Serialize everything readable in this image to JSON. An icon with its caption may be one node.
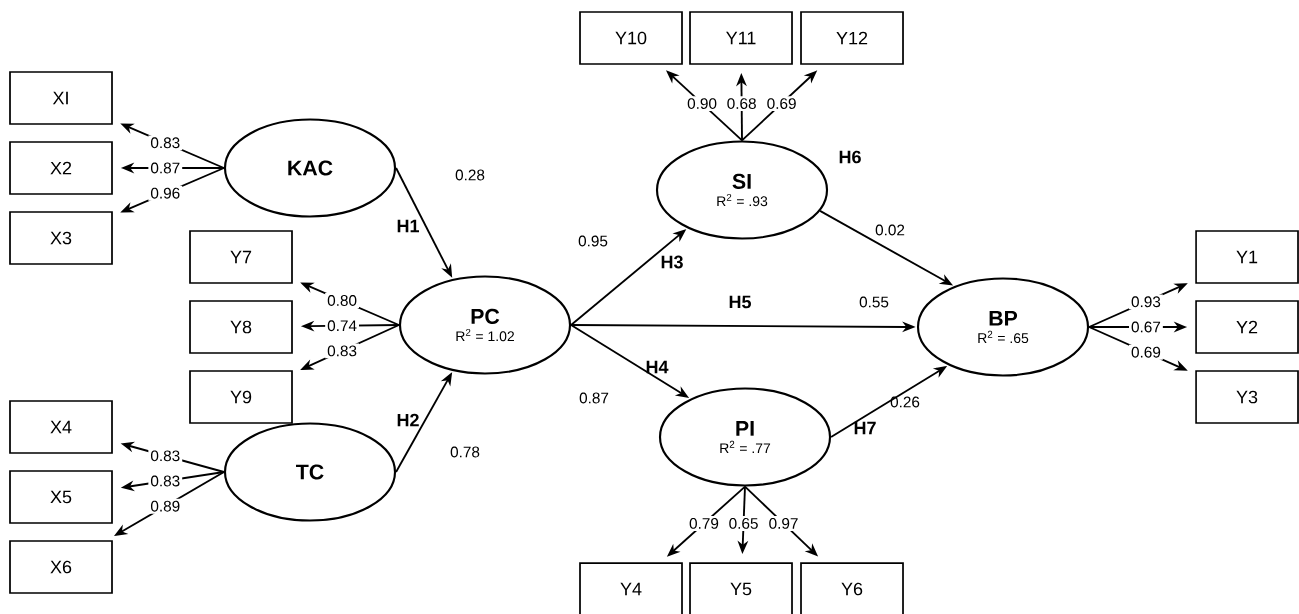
{
  "diagram": {
    "nodes": [
      {
        "text": [
          "KAC"
        ]
      },
      {
        "text": [
          "PC",
          "R$^{2}$ = 1.02"
        ]
      },
      {
        "text": [
          "TC"
        ]
      },
      {
        "text": [
          "SI",
          "R$^{2}$ = .93"
        ]
      },
      {
        "text": [
          "PI",
          "R$^{2}$ = .77"
        ]
      },
      {
        "text": [
          "BP",
          "R$^{2}$ = .65"
        ]
      },
      {
        "text": [
          "XI"
        ]
      },
      {
        "text": [
          "X2"
        ]
      },
      {
        "text": [
          "X3"
        ]
      },
      {
        "text": [
          "Y7"
        ]
      },
      {
        "text": [
          "Y8"
        ]
      },
      {
        "text": [
          "Y9"
        ]
      },
      {
        "text": [
          "X4"
        ]
      },
      {
        "text": [
          "X5"
        ]
      },
      {
        "text": [
          "X6"
        ]
      },
      {
        "text": [
          "Y10"
        ]
      },
      {
        "text": [
          "Y11"
        ]
      },
      {
        "text": [
          "Y12"
        ]
      },
      {
        "text": [
          "Y4"
        ]
      },
      {
        "text": [
          "Y5"
        ]
      },
      {
        "text": [
          "Y6"
        ]
      },
      {
        "text": [
          "Y1"
        ]
      },
      {
        "text": [
          "Y2"
        ]
      },
      {
        "text": [
          "Y3"
        ]
      }
    ],
    "edges": [
      {
        "from": 0,
        "to": 1,
        "arrow": "to",
        "label": "0.28"
      },
      {
        "from": 2,
        "to": 1,
        "arrow": "to",
        "label": "0.78"
      },
      {
        "from": 1,
        "to": 3,
        "arrow": "to",
        "label": "0.95"
      },
      {
        "from": 1,
        "to": 5,
        "arrow": "to",
        "label": "0.55"
      },
      {
        "from": 1,
        "to": 4,
        "arrow": "to",
        "label": "0.87"
      },
      {
        "from": 3,
        "to": 5,
        "arrow": "to",
        "label": "0.02"
      },
      {
        "from": 4,
        "to": 5,
        "arrow": "to",
        "label": "0.26"
      },
      {
        "from": 0,
        "to": 6,
        "arrow": "to",
        "label": "0.83"
      },
      {
        "from": 0,
        "to": 7,
        "arrow": "to",
        "label": "0.87"
      },
      {
        "from": 0,
        "to": 8,
        "arrow": "to",
        "label": "0.96"
      },
      {
        "from": 1,
        "to": 9,
        "arrow": "to",
        "label": "0.80"
      },
      {
        "from": 1,
        "to": 10,
        "arrow": "to",
        "label": "0.74"
      },
      {
        "from": 1,
        "to": 11,
        "arrow": "to",
        "label": "0.83"
      },
      {
        "from": 2,
        "to": 12,
        "arrow": "to",
        "label": "0.83"
      },
      {
        "from": 2,
        "to": 13,
        "arrow": "to",
        "label": "0.83"
      },
      {
        "from": 2,
        "to": 14,
        "arrow": "to",
        "label": "0.89"
      },
      {
        "from": 3,
        "to": 15,
        "arrow": "to",
        "label": "0.90"
      },
      {
        "from": 3,
        "to": 16,
        "arrow": "to",
        "label": "0.68"
      },
      {
        "from": 3,
        "to": 17,
        "arrow": "to",
        "label": "0.69"
      },
      {
        "from": 4,
        "to": 18,
        "arrow": "to",
        "label": "0.79"
      },
      {
        "from": 4,
        "to": 19,
        "arrow": "to",
        "label": "0.65"
      },
      {
        "from": 4,
        "to": 20,
        "arrow": "to",
        "label": "0.97"
      },
      {
        "from": 5,
        "to": 21,
        "arrow": "to",
        "label": "0.93"
      },
      {
        "from": 5,
        "to": 22,
        "arrow": "to",
        "label": "0.67"
      },
      {
        "from": 5,
        "to": 23,
        "arrow": "to",
        "label": "0.69"
      }
    ],
    "labels": [
      "H1",
      "H2",
      "H3",
      "H4",
      "H5",
      "H6",
      "H7"
    ]
  }
}
